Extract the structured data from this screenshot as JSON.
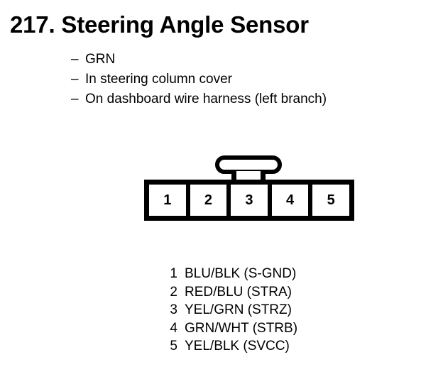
{
  "page": {
    "title": "217. Steering Angle Sensor",
    "background_color": "#ffffff",
    "ink_color": "#000000"
  },
  "notes": {
    "dash": "–",
    "items": [
      "GRN",
      "In steering column cover",
      "On dashboard wire harness (left branch)"
    ]
  },
  "connector": {
    "latch_icon": "connector-latch-tab",
    "pin_count": 5,
    "pins": [
      "1",
      "2",
      "3",
      "4",
      "5"
    ]
  },
  "legend": {
    "rows": [
      {
        "pin": "1",
        "description": "BLU/BLK (S-GND)"
      },
      {
        "pin": "2",
        "description": "RED/BLU (STRA)"
      },
      {
        "pin": "3",
        "description": "YEL/GRN (STRZ)"
      },
      {
        "pin": "4",
        "description": "GRN/WHT (STRB)"
      },
      {
        "pin": "5",
        "description": "YEL/BLK (SVCC)"
      }
    ]
  }
}
